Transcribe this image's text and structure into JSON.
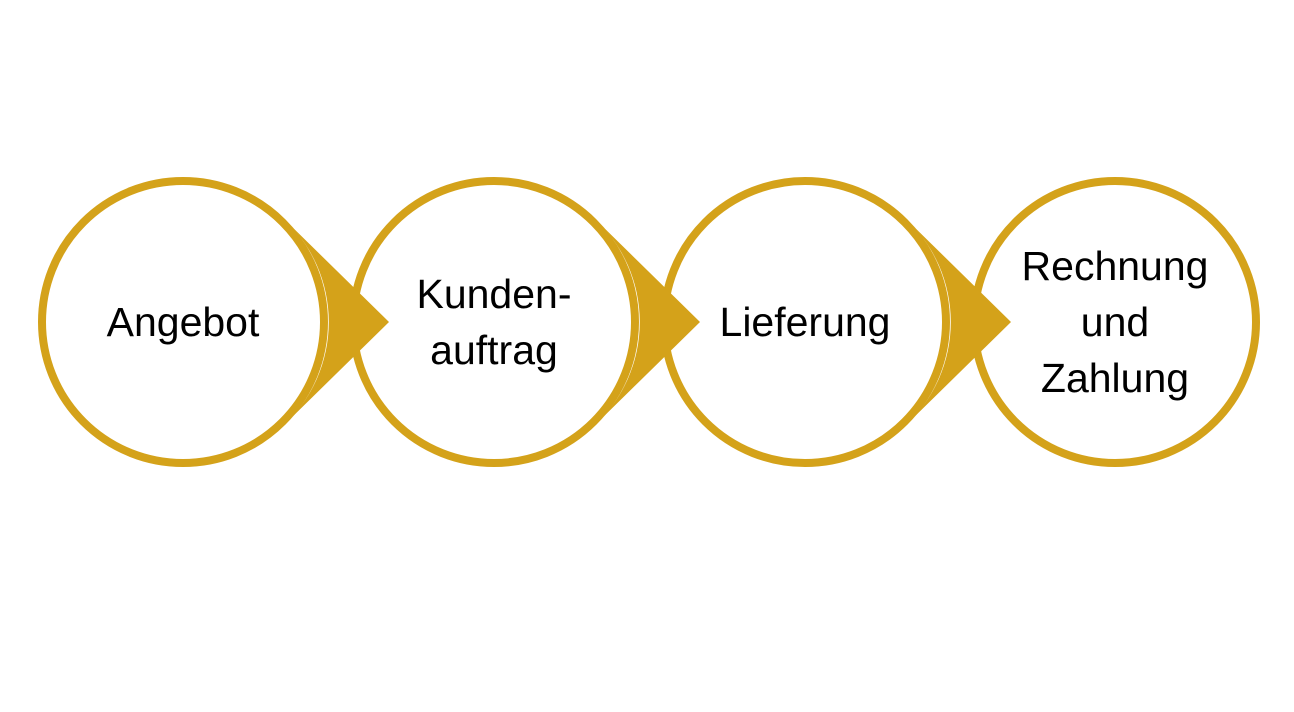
{
  "colors": {
    "accent": "#D4A21A"
  },
  "steps": [
    {
      "label": "Angebot"
    },
    {
      "label": "Kunden-\nauftrag"
    },
    {
      "label": "Lieferung"
    },
    {
      "label": "Rechnung\nund\nZahlung"
    }
  ]
}
